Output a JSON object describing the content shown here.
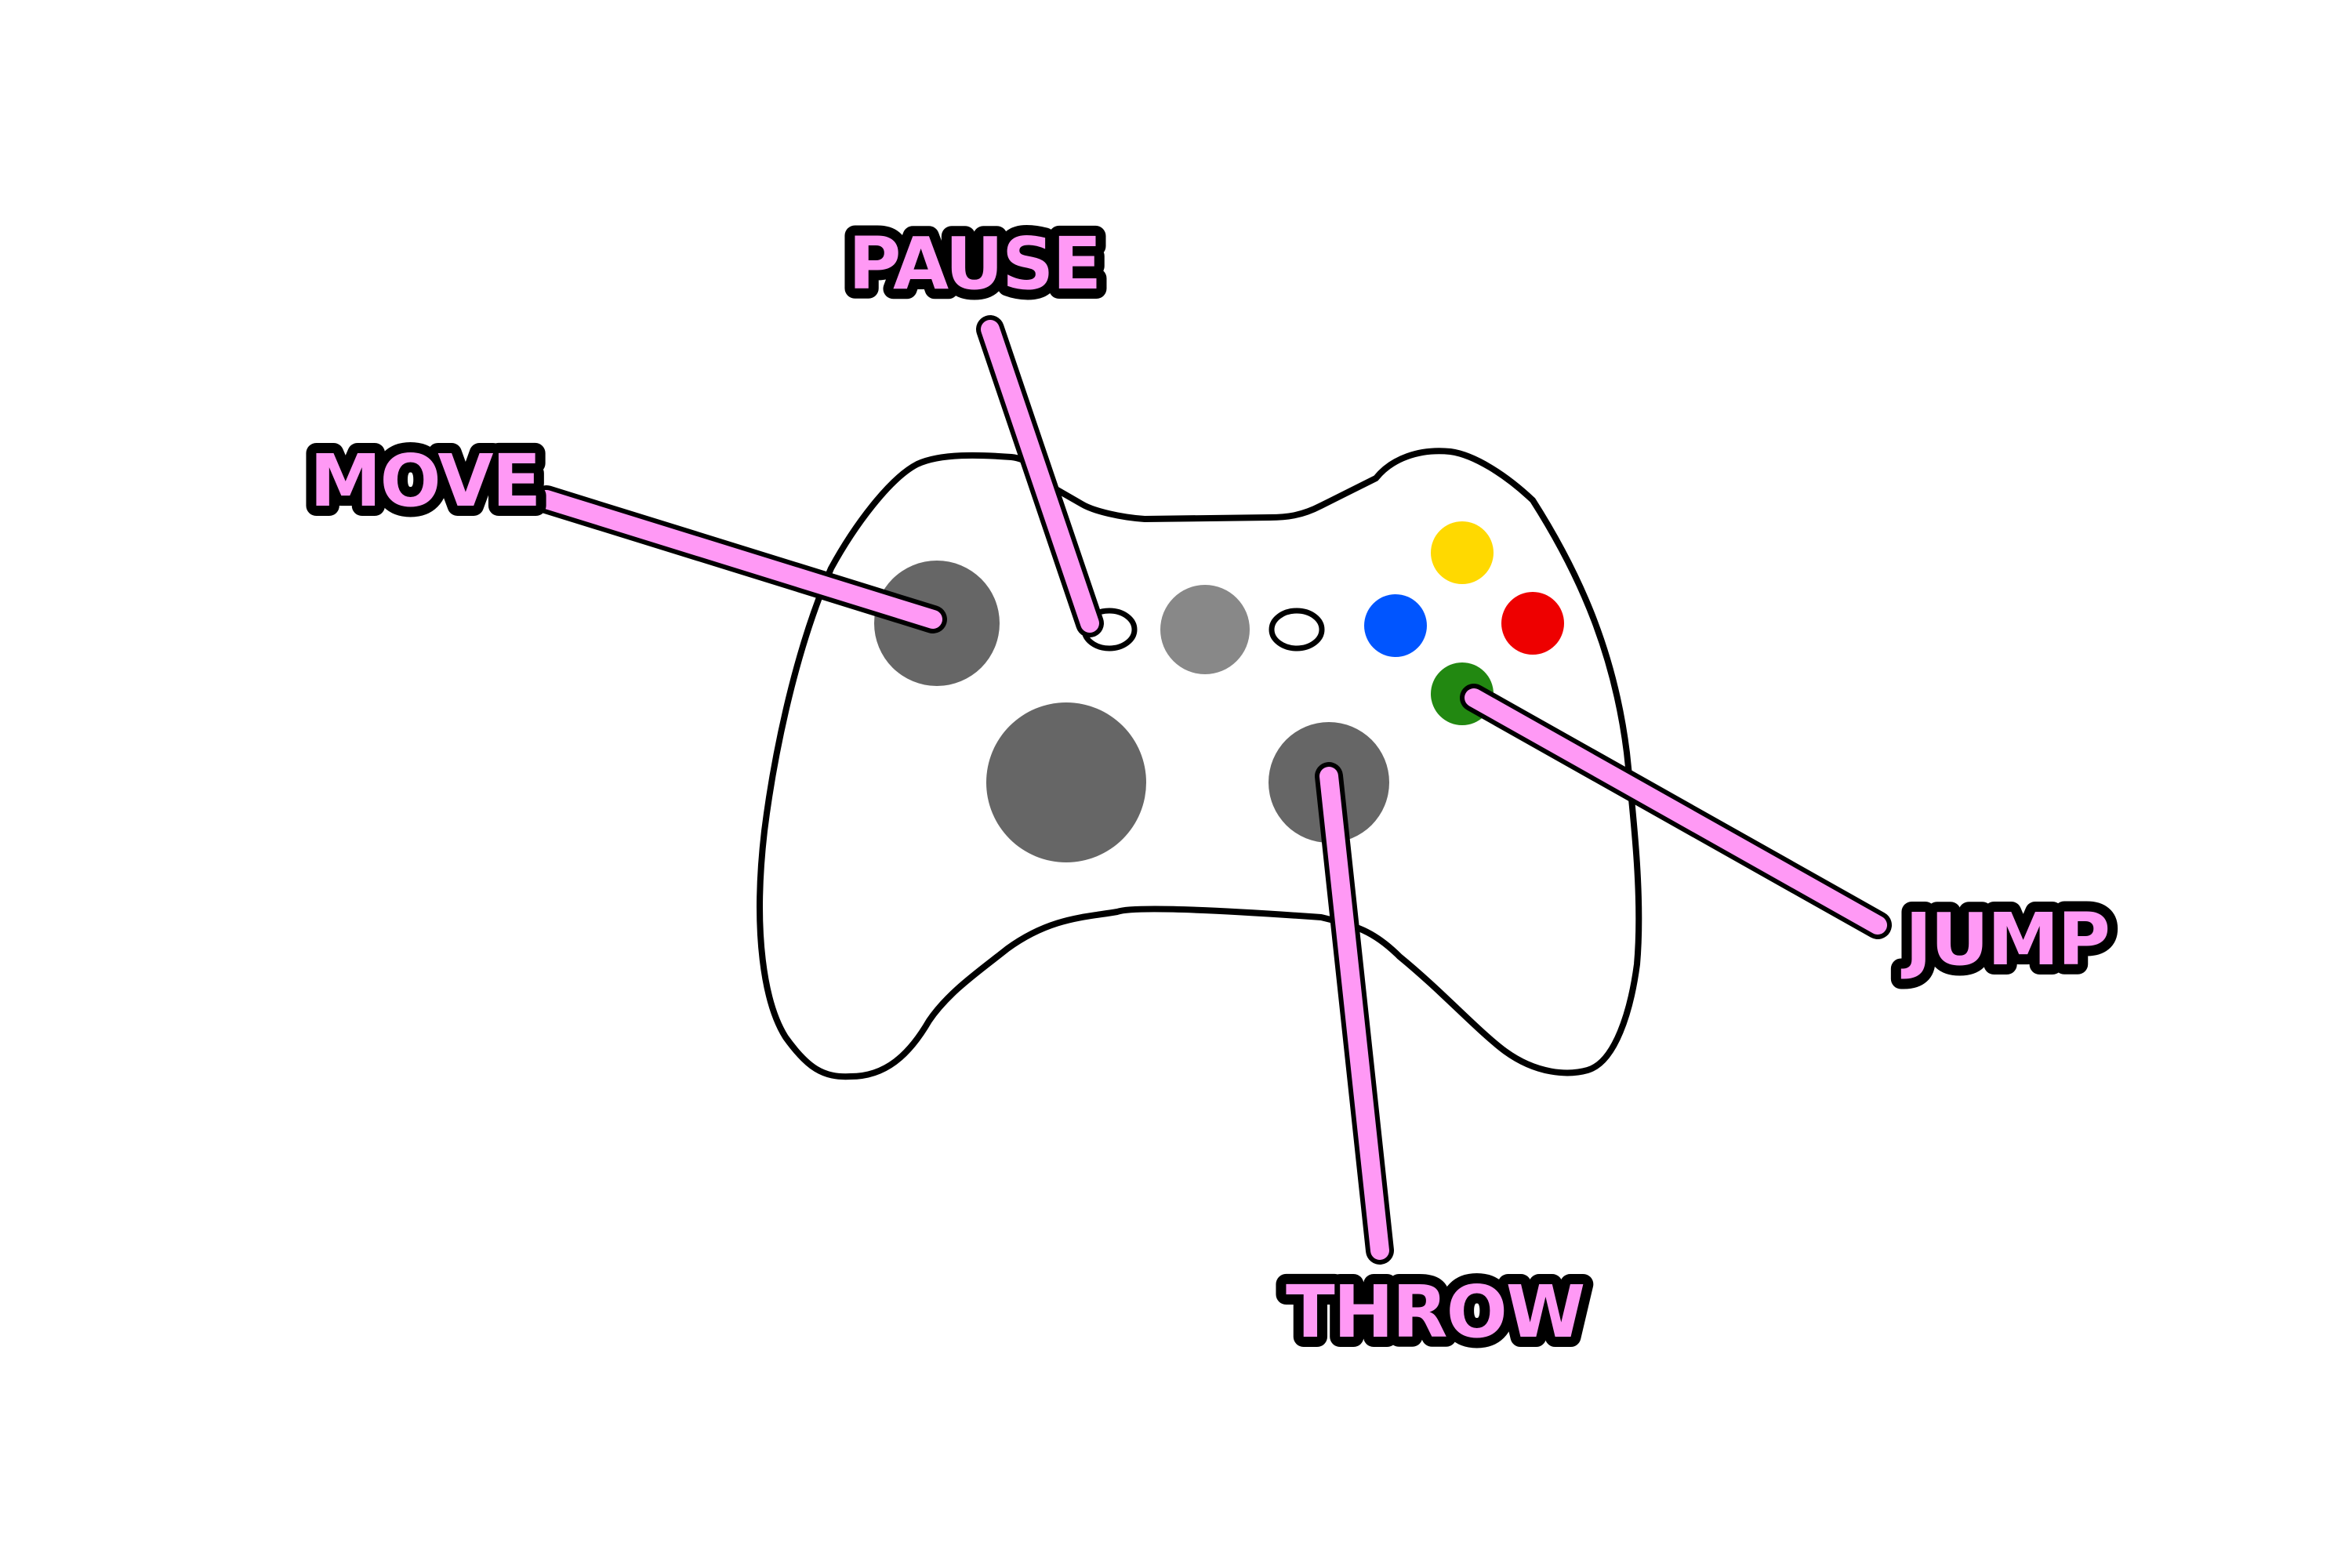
{
  "labels": {
    "pause": "PAUSE",
    "move": "MOVE",
    "jump": "JUMP",
    "throw": "THROW"
  },
  "colors": {
    "label_fill": "#ff99f5",
    "label_outline": "#000000",
    "stick_dark": "#666666",
    "guide_button": "#888888",
    "button_yellow": "#ffd900",
    "button_blue": "#0055ff",
    "button_red": "#ee0000",
    "button_green": "#228811"
  }
}
